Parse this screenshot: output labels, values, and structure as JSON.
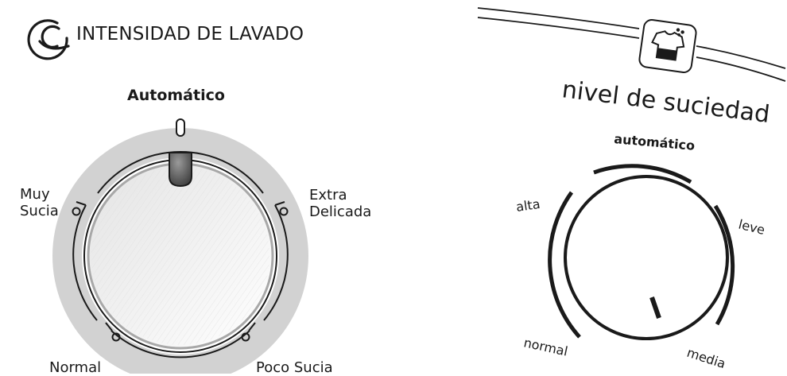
{
  "left_panel": {
    "title": "INTENSIDAD DE LAVADO",
    "icon": "intensity-icon",
    "positions": {
      "automatico": "Automático",
      "muy_sucia": "Muy\nSucia",
      "extra_delicada": "Extra\nDelicada",
      "normal": "Normal",
      "poco_sucia": "Poco Sucia"
    },
    "selected": "Automático"
  },
  "right_panel": {
    "title": "nivel de suciedad",
    "icon": "soiled-shirt-icon",
    "positions": {
      "automatico": "automático",
      "alta": "alta",
      "leve": "leve",
      "normal": "normal",
      "media": "media"
    }
  }
}
